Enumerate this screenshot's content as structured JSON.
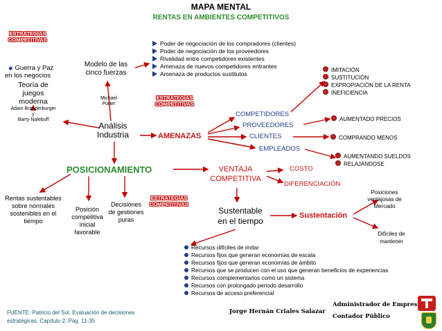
{
  "header": {
    "title": "MAPA MENTAL",
    "subtitle": "RENTAS EN AMBIENTES COMPETITIVOS"
  },
  "strategy_tag": "ESTRATEGIAS\nCOMPETITIVAS",
  "left": {
    "bullet_text": "Guerra y Paz\nen los negocios",
    "game_theory": "Teoría de\njuegos\nmoderna",
    "authors": "Adam Branderburger\ny\nBarry Nalebuff",
    "five_forces": "Modelo de las\ncinco fuerzas",
    "porter": "Michael\nPorter"
  },
  "forces": [
    "Poder de negociación de los compradores (clientes)",
    "Poder de negociación de los proveedores",
    "Rivalidad entre competidores existentes",
    "Amenaza de nuevos competidores entrantes",
    "Amenaza de productos sustitutos"
  ],
  "center": {
    "industry_analysis": "Análisis\nIndustria",
    "threats": "AMENAZAS",
    "positioning": "POSICIONAMIENTO",
    "advantage": "VENTAJA\nCOMPETITIVA",
    "sustainable": "Sustentable\nen el tiempo",
    "sustentation": "Sustentación"
  },
  "threat_groups": {
    "competitors": "COMPETIDORES",
    "suppliers": "PROVEEDORES",
    "clients": "CLIENTES",
    "employees": "EMPLEADOS"
  },
  "competitor_actions": [
    "IMITACIÓN",
    "SUSTITUCIÓN",
    "EXPROPIACIÓN DE LA RENTA",
    "INEFICIENCIA"
  ],
  "supplier_action": "AUMENTADO PRECIOS",
  "client_action": "COMPRANDO MENOS",
  "employee_actions": [
    "AUMENTANDO SUELDOS",
    "RELAJÁNDOSE"
  ],
  "advantage_types": {
    "cost": "COSTO",
    "differentiation": "DIFERENCIACIÓN"
  },
  "positioning_children": {
    "rents": "Rentas sustentables\nsobre normales\nsostenibles en el\ntiempo",
    "position": "Posición\ncompetitiva\ninicial\nfavorable",
    "decisions": "Decisiones\nde gestiones\npuras"
  },
  "sustentation_children": {
    "advantageous": "Posiciones\nventajosas de\nMercado",
    "hard": "Difíciles de\nmantener"
  },
  "resources": [
    "Recursos difíciles de imitar",
    "Recursos fijos que generan economías de escala",
    "Recursos fijos que generan economías de ámbito",
    "Recursos que se producen con el uso que generan beneficios de experiencias",
    "Recursos complementarios como un sistema",
    "Recursos con prolongado periodo desarrollo",
    "Recursos de acceso preferencial"
  ],
  "footer": {
    "source": "FUENTE: Patricio del Sol. Evaluación de decisiones\nestratégicas. Capítulo 2. Pág. 11-35",
    "author": "Jorge Hernán Criales Salazar",
    "role1": "Administrador de Empresas",
    "role2": "Contador Público"
  },
  "colors": {
    "accent_red": "#cc1111",
    "accent_blue": "#1f3c8c",
    "accent_green": "#2e8b2e",
    "accent_teal": "#1a5a6b"
  }
}
